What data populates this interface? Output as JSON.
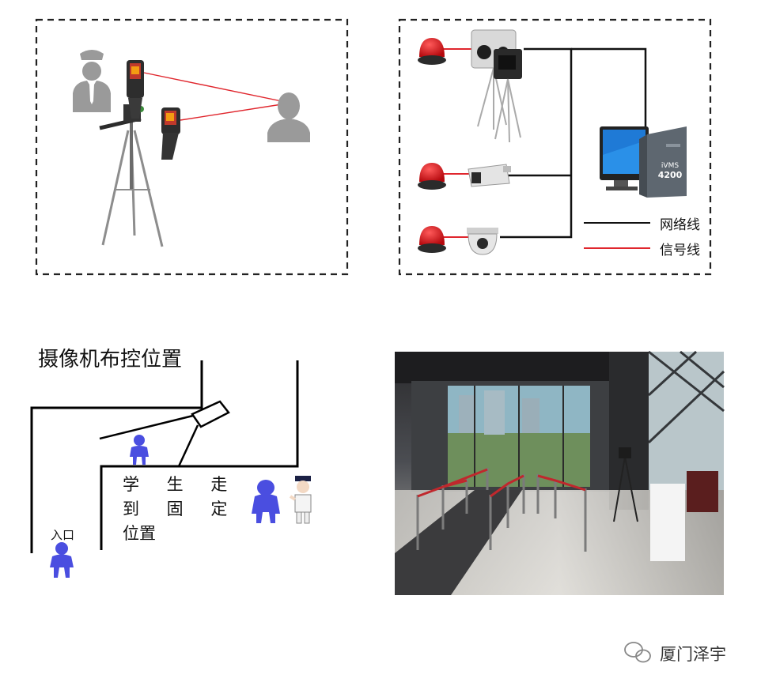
{
  "pc_label": "iVMS",
  "pc_model": "4200",
  "legend": {
    "network": "网络线",
    "signal": "信号线"
  },
  "floor_plan": {
    "title": "摄像机布控位置",
    "student_text_line1": "学 生 走",
    "student_text_line2": "到 固 定",
    "student_text_line3": "位置",
    "entrance": "入口"
  },
  "watermark": "厦门泽宇",
  "colors": {
    "signal_line": "#e0262d",
    "network_line": "#111111",
    "figure_blue": "#4a4ee0",
    "alarm_red": "#d71a1f"
  }
}
